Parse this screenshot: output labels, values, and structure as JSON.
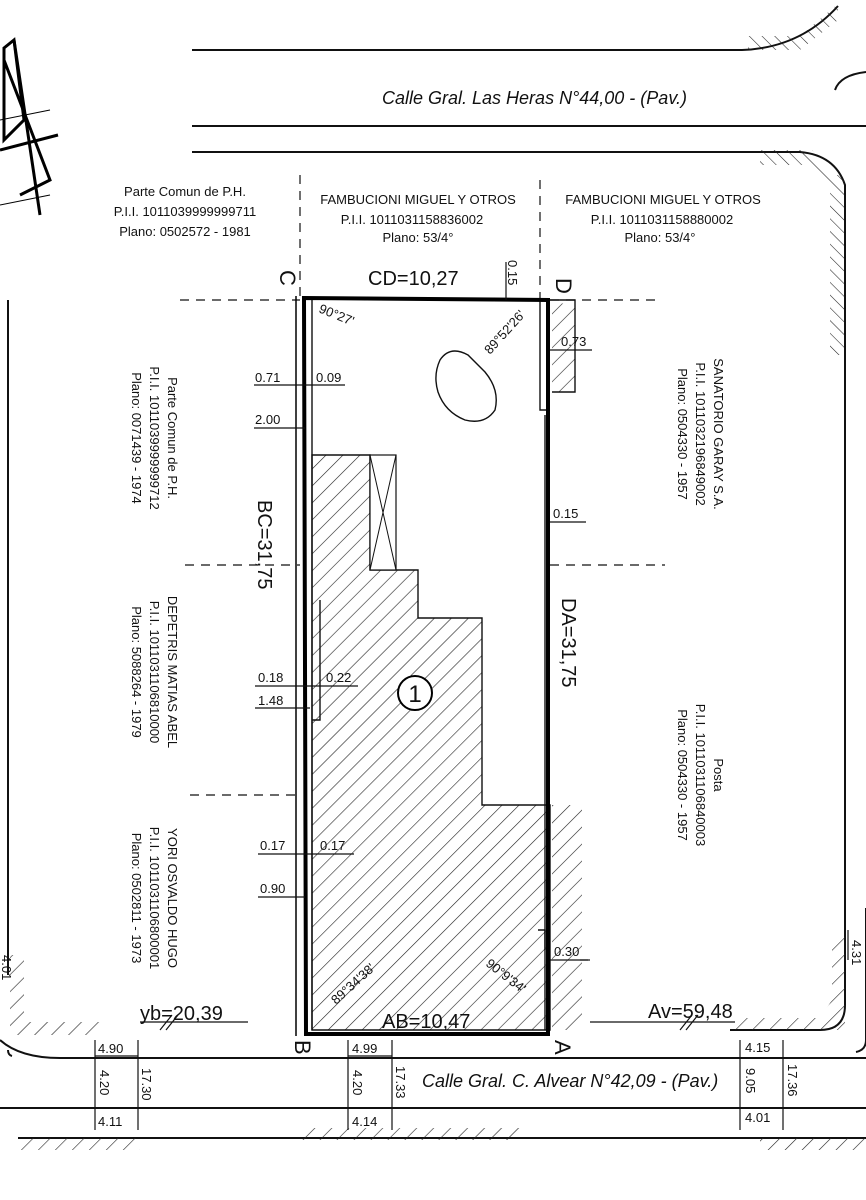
{
  "streets": {
    "north": "Calle Gral. Las Heras N°44,00 - (Pav.)",
    "south": "Calle Gral. C. Alvear N°42,09 - (Pav.)"
  },
  "owners": {
    "north_left": {
      "name": "Parte Comun de P.H.",
      "pii": "P.I.I. 1011039999999711",
      "plano": "Plano: 0502572 - 1981"
    },
    "north_mid": {
      "name": "FAMBUCIONI MIGUEL Y OTROS",
      "pii": "P.I.I. 1011031158836002",
      "plano": "Plano: 53/4°"
    },
    "north_right": {
      "name": "FAMBUCIONI MIGUEL Y OTROS",
      "pii": "P.I.I. 1011031158880002",
      "plano": "Plano: 53/4°"
    },
    "west_1": {
      "name": "Parte Comun de P.H.",
      "pii": "P.I.I. 1011039999999712",
      "plano": "Plano: 0071439 - 1974"
    },
    "west_2": {
      "name": "DEPETRIS MATIAS ABEL",
      "pii": "P.I.I. 1011031106810000",
      "plano": "Plano: 5088264 - 1979"
    },
    "west_3": {
      "name": "YORI OSVALDO HUGO",
      "pii": "P.I.I. 1011031106800001",
      "plano": "Plano: 0502811 - 1973"
    },
    "east_1": {
      "name": "SANATORIO GARAY S.A.",
      "pii": "P.I.I. 1011032196849002",
      "plano": "Plano: 0504330 - 1957"
    },
    "east_2": {
      "name": "Posta",
      "pii": "P.I.I. 1011031106840003",
      "plano": "Plano: 0504330 - 1957"
    }
  },
  "sides": {
    "cd": "CD=10,27",
    "bc": "BC=31,75",
    "da": "DA=31,75",
    "ab": "AB=10,47"
  },
  "vertices": {
    "a": "A",
    "b": "B",
    "c": "C",
    "d": "D"
  },
  "angles": {
    "c": "90°27'",
    "d": "89°52'26'",
    "b": "89°34'38'",
    "a": "90°9'34'"
  },
  "lot_number": "1",
  "offsets": {
    "cd_top": "0.15",
    "d_right": "0.73",
    "west_071": "0.71",
    "west_009": "0.09",
    "west_200": "2.00",
    "east_015": "0.15",
    "west_018": "0.18",
    "west_022": "0.22",
    "west_148": "1.48",
    "west_017a": "0.17",
    "west_017b": "0.17",
    "west_090": "0.90",
    "east_030": "0.30"
  },
  "distances": {
    "yb": "yb=20,39",
    "av": "Av=59,48"
  },
  "street_widths": {
    "l_490": "4.90",
    "l_420": "4.20",
    "l_1730": "17.30",
    "l_411": "4.11",
    "m_499": "4.99",
    "m_420": "4.20",
    "m_1733": "17.33",
    "m_414": "4.14",
    "r_415": "4.15",
    "r_905": "9.05",
    "r_1736": "17.36",
    "r_401": "4.01",
    "edge_right": "4.31",
    "edge_left": "4.01"
  }
}
